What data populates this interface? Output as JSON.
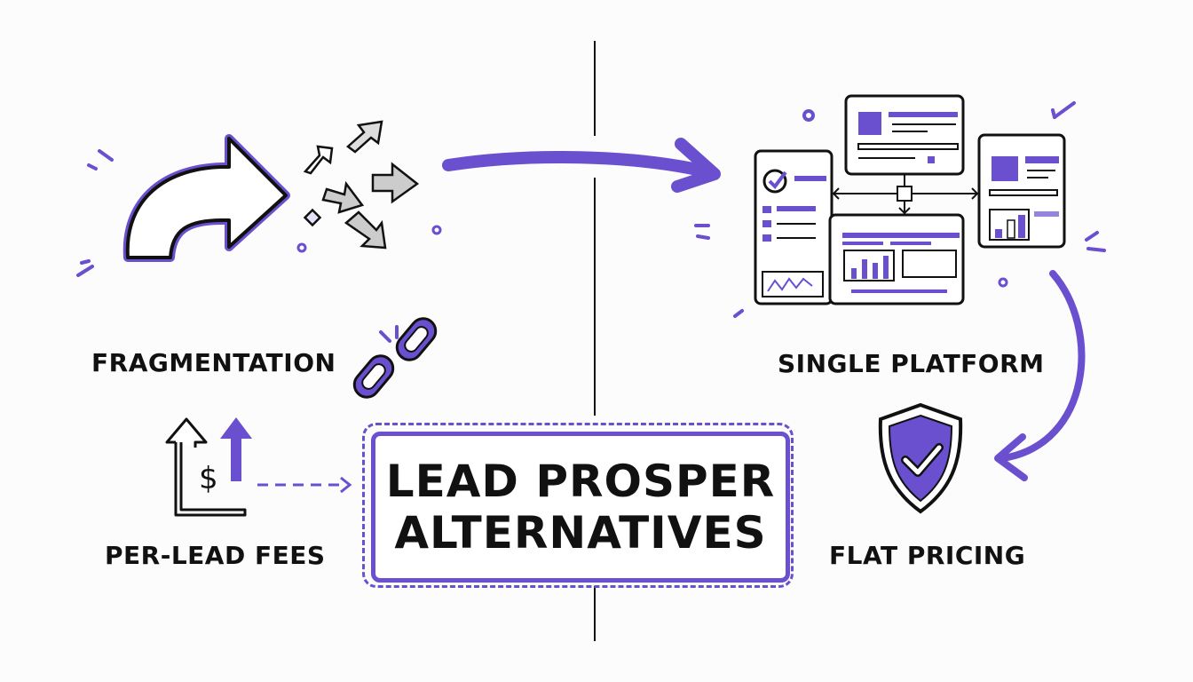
{
  "title": {
    "line1": "LEAD PROSPER",
    "line2": "ALTERNATIVES"
  },
  "left_side": {
    "problems": [
      {
        "label": "FRAGMENTATION",
        "icon": "broken-chain-icon"
      },
      {
        "label": "PER-LEAD FEES",
        "icon": "rising-dollar-icon"
      }
    ],
    "hero_icon": "curved-arrow-scattering-icon"
  },
  "right_side": {
    "solutions": [
      {
        "label": "SINGLE PLATFORM",
        "icon": "connected-dashboards-icon"
      },
      {
        "label": "FLAT PRICING",
        "icon": "shield-check-icon"
      }
    ]
  },
  "colors": {
    "accent": "#6a4fcf",
    "ink": "#111111",
    "background": "#fcfcfc"
  }
}
